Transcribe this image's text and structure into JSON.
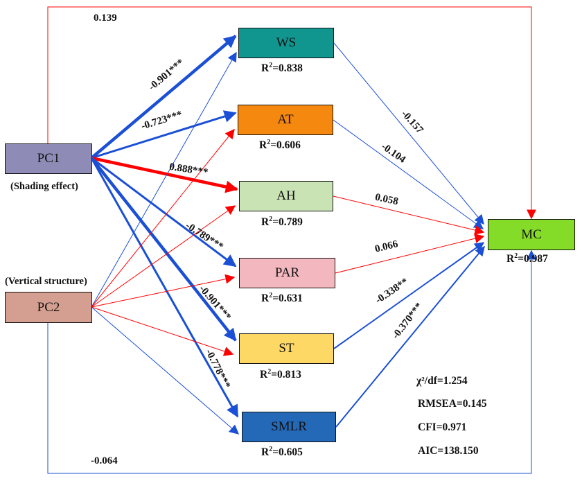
{
  "title": "Structural equation model path diagram",
  "nodes": {
    "pc1": {
      "label": "PC1",
      "note": "(Shading effect)",
      "color": "#8e8cb6"
    },
    "pc2": {
      "label": "PC2",
      "note": "(Vertical structure)",
      "color": "#d49f90"
    },
    "ws": {
      "label": "WS",
      "r2_prefix": "R",
      "r2_sup": "2",
      "r2_value": "=0.838",
      "color": "#10958f"
    },
    "at": {
      "label": "AT",
      "r2_prefix": "R",
      "r2_sup": "2",
      "r2_value": "=0.606",
      "color": "#f5880f"
    },
    "ah": {
      "label": "AH",
      "r2_prefix": "R",
      "r2_sup": "2",
      "r2_value": "=0.789",
      "color": "#c9e3b4"
    },
    "par": {
      "label": "PAR",
      "r2_prefix": "R",
      "r2_sup": "2",
      "r2_value": "=0.631",
      "color": "#f3b7c0"
    },
    "st": {
      "label": "ST",
      "r2_prefix": "R",
      "r2_sup": "2",
      "r2_value": "=0.813",
      "color": "#fdd865"
    },
    "smlr": {
      "label": "SMLR",
      "r2_prefix": "R",
      "r2_sup": "2",
      "r2_value": "=0.605",
      "color": "#2469b8"
    },
    "mc": {
      "label": "MC",
      "r2_prefix": "R",
      "r2_sup": "2",
      "r2_value": "=0.987",
      "color": "#85dc28"
    }
  },
  "paths": [
    {
      "from": "pc1",
      "to": "ws",
      "coef": "-0.901***",
      "sign": "negative",
      "strength": "strong"
    },
    {
      "from": "pc1",
      "to": "at",
      "coef": "-0.723***",
      "sign": "negative",
      "strength": "medium"
    },
    {
      "from": "pc1",
      "to": "ah",
      "coef": "0.888***",
      "sign": "positive",
      "strength": "strong"
    },
    {
      "from": "pc1",
      "to": "par",
      "coef": "-0.789***",
      "sign": "negative",
      "strength": "medium"
    },
    {
      "from": "pc1",
      "to": "st",
      "coef": "-0.901***",
      "sign": "negative",
      "strength": "strong"
    },
    {
      "from": "pc1",
      "to": "smlr",
      "coef": "-0.778***",
      "sign": "negative",
      "strength": "medium"
    },
    {
      "from": "pc2",
      "to": "ws",
      "coef": "",
      "sign": "negative",
      "strength": "weak"
    },
    {
      "from": "pc2",
      "to": "at",
      "coef": "",
      "sign": "positive",
      "strength": "weak"
    },
    {
      "from": "pc2",
      "to": "ah",
      "coef": "",
      "sign": "positive",
      "strength": "weak"
    },
    {
      "from": "pc2",
      "to": "par",
      "coef": "",
      "sign": "positive",
      "strength": "weak"
    },
    {
      "from": "pc2",
      "to": "st",
      "coef": "",
      "sign": "positive",
      "strength": "weak"
    },
    {
      "from": "pc2",
      "to": "smlr",
      "coef": "",
      "sign": "negative",
      "strength": "weak"
    },
    {
      "from": "ws",
      "to": "mc",
      "coef": "-0.157",
      "sign": "negative",
      "strength": "weak"
    },
    {
      "from": "at",
      "to": "mc",
      "coef": "-0.104",
      "sign": "negative",
      "strength": "weak"
    },
    {
      "from": "ah",
      "to": "mc",
      "coef": "0.058",
      "sign": "positive",
      "strength": "weak"
    },
    {
      "from": "par",
      "to": "mc",
      "coef": "0.066",
      "sign": "positive",
      "strength": "weak"
    },
    {
      "from": "st",
      "to": "mc",
      "coef": "-0.338**",
      "sign": "negative",
      "strength": "thin-medium"
    },
    {
      "from": "smlr",
      "to": "mc",
      "coef": "-0.370***",
      "sign": "negative",
      "strength": "thin-medium"
    },
    {
      "from": "pc1",
      "to": "mc",
      "coef": "0.139",
      "sign": "positive",
      "strength": "weak"
    },
    {
      "from": "pc2",
      "to": "mc",
      "coef": "-0.064",
      "sign": "negative",
      "strength": "weak"
    }
  ],
  "fit_indices": {
    "chi": "χ²/df=1.254",
    "rmsea": "RMSEA=0.145",
    "cfi": "CFI=0.971",
    "aic": "AIC=138.150"
  },
  "colors": {
    "positive": "#ff0000",
    "negative": "#1a4fd6"
  }
}
